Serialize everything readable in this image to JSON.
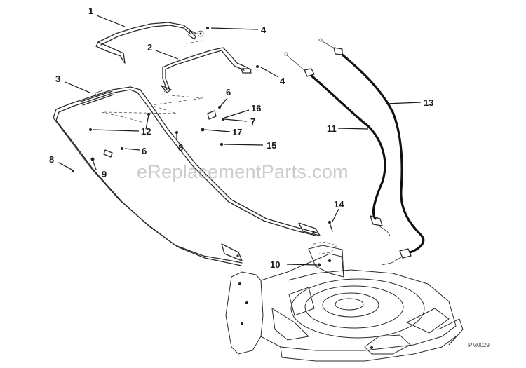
{
  "watermark": "eReplacementParts.com",
  "diagram_code": "PM0029",
  "callouts": [
    "1",
    "2",
    "3",
    "4",
    "4",
    "6",
    "6",
    "7",
    "8",
    "8",
    "9",
    "10",
    "11",
    "12",
    "13",
    "14",
    "15",
    "16",
    "17"
  ],
  "colors": {
    "line": "#1a1a1a",
    "background": "#ffffff",
    "watermark": "#8c8c8c"
  }
}
